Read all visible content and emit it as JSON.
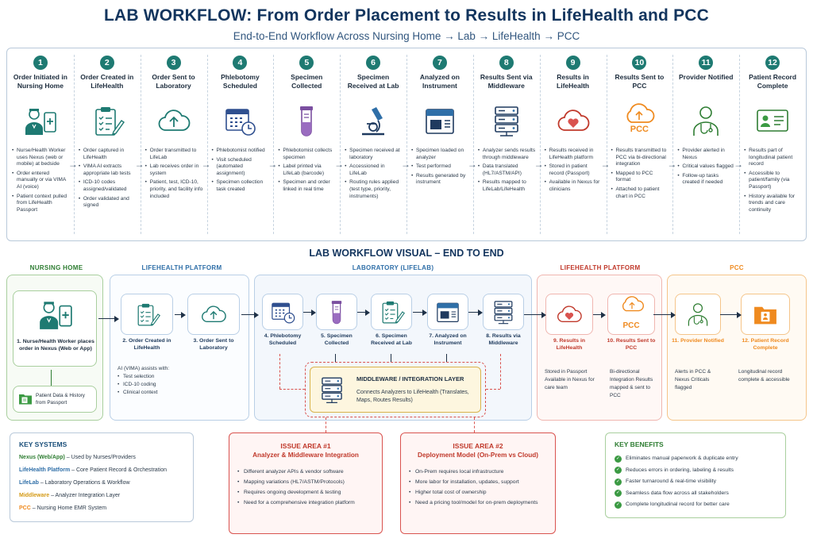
{
  "header": {
    "title": "LAB WORKFLOW: From Order Placement to Results in LifeHealth and PCC",
    "subtitle": "End-to-End Workflow Across Nursing Home → Lab → LifeHealth → PCC"
  },
  "colors": {
    "teal": "#1e7a72",
    "navy": "#13355e",
    "green": "#2e7d32",
    "blue": "#2f6fa8",
    "red": "#d9534f",
    "orange": "#ef8a1f",
    "gold": "#d9b34c"
  },
  "steps": [
    {
      "num": "1",
      "title": "Order Initiated in Nursing Home",
      "icon": "nurse-tablet-icon",
      "bullets": [
        "Nurse/Health Worker uses Nexus (web or mobile) at bedside",
        "Order entered manually or via VIMA AI (voice)",
        "Patient context pulled from LifeHealth Passport"
      ]
    },
    {
      "num": "2",
      "title": "Order Created in LifeHealth",
      "icon": "clipboard-pen-icon",
      "bullets": [
        "Order captured in LifeHealth",
        "VIMA AI extracts appropriate lab tests",
        "ICD-10 codes assigned/validated",
        "Order validated and signed"
      ]
    },
    {
      "num": "3",
      "title": "Order Sent to Laboratory",
      "icon": "cloud-upload-icon",
      "bullets": [
        "Order transmitted to LifeLab",
        "Lab receives order in system",
        "Patient, test, ICD-10, priority, and facility info included"
      ]
    },
    {
      "num": "4",
      "title": "Phlebotomy Scheduled",
      "icon": "calendar-clock-icon",
      "bullets": [
        "Phlebotomist notified",
        "Visit scheduled (automated assignment)",
        "Specimen collection task created"
      ]
    },
    {
      "num": "5",
      "title": "Specimen Collected",
      "icon": "test-tube-icon",
      "bullets": [
        "Phlebotomist collects specimen",
        "Label printed via LifeLab (barcode)",
        "Specimen and order linked in real time"
      ]
    },
    {
      "num": "6",
      "title": "Specimen Received at Lab",
      "icon": "microscope-icon",
      "bullets": [
        "Specimen received at laboratory",
        "Accessioned in LifeLab",
        "Routing rules applied (test type, priority, instruments)"
      ]
    },
    {
      "num": "7",
      "title": "Analyzed on Instrument",
      "icon": "analyzer-icon",
      "bullets": [
        "Specimen loaded on analyzer",
        "Test performed",
        "Results generated by instrument"
      ]
    },
    {
      "num": "8",
      "title": "Results Sent via Middleware",
      "icon": "server-icon",
      "bullets": [
        "Analyzer sends results through middleware",
        "Data translated (HL7/ASTM/API)",
        "Results mapped to LifeLab/LifeHealth"
      ]
    },
    {
      "num": "9",
      "title": "Results in LifeHealth",
      "icon": "cloud-heart-icon",
      "bullets": [
        "Results received in LifeHealth platform",
        "Stored in patient record (Passport)",
        "Available in Nexus for clinicians"
      ]
    },
    {
      "num": "10",
      "title": "Results Sent to PCC",
      "icon": "pcc-cloud-icon",
      "icon_text": "PCC",
      "bullets": [
        "Results transmitted to PCC via bi-directional integration",
        "Mapped to PCC format",
        "Attached to patient chart in PCC"
      ]
    },
    {
      "num": "11",
      "title": "Provider Notified",
      "icon": "doctor-icon",
      "bullets": [
        "Provider alerted in Nexus",
        "Critical values flagged",
        "Follow-up tasks created if needed"
      ]
    },
    {
      "num": "12",
      "title": "Patient Record Complete",
      "icon": "id-card-icon",
      "bullets": [
        "Results part of longitudinal patient record",
        "Accessible to patient/family (via Passport)",
        "History available for trends and care continuity"
      ]
    }
  ],
  "visual": {
    "heading": "LAB WORKFLOW VISUAL – END TO END",
    "zones": {
      "nursing_home": "NURSING HOME",
      "lifehealth_left": "LIFEHEALTH PLATFORM",
      "laboratory": "LABORATORY (LIFELAB)",
      "lifehealth_right": "LIFEHEALTH PLATFORM",
      "pcc": "PCC"
    },
    "nodes": {
      "nurse": "1. Nurse/Health Worker places order in Nexus (Web or App)",
      "passport": "Patient Data & History from Passport",
      "order_created": "2. Order Created in LifeHealth",
      "order_sent": "3. Order Sent to Laboratory",
      "phlebotomy": "4. Phlebotomy Scheduled",
      "collected": "5. Specimen Collected",
      "received": "6. Specimen Received at Lab",
      "analyzed": "7. Analyzed on Instrument",
      "middleware_results": "8. Results via Middleware",
      "results_lh": "9. Results in LifeHealth",
      "results_pcc": "10. Results Sent to PCC",
      "provider": "11. Provider Notified",
      "record": "12. Patient Record Complete",
      "pcc_icon_text": "PCC"
    },
    "ai_note": {
      "title": "AI (VIMA) assists with:",
      "items": [
        "Test selection",
        "ICD-10 coding",
        "Clinical context"
      ]
    },
    "notes": {
      "results_lh": "Stored in Passport Available in Nexus for care team",
      "results_pcc": "Bi-directional Integration Results mapped & sent to PCC",
      "provider": "Alerts in PCC & Nexus Criticals flagged",
      "record": "Longitudinal record complete & accessible"
    },
    "middleware": {
      "title": "MIDDLEWARE / INTEGRATION LAYER",
      "desc": "Connects Analyzers to LifeHealth (Translates, Maps, Routes Results)"
    }
  },
  "key_systems": {
    "title": "KEY SYSTEMS",
    "rows": [
      {
        "name": "Nexus (Web/App)",
        "desc": "– Used by Nurses/Providers",
        "color": "#2e7d32"
      },
      {
        "name": "LifeHealth Platform",
        "desc": "– Core Patient Record & Orchestration",
        "color": "#2f6fa8"
      },
      {
        "name": "LifeLab",
        "desc": "– Laboratory Operations & Workflow",
        "color": "#2f6fa8"
      },
      {
        "name": "Middleware",
        "desc": "– Analyzer Integration Layer",
        "color": "#d49a16"
      },
      {
        "name": "PCC",
        "desc": "– Nursing Home EMR System",
        "color": "#ef8a1f"
      }
    ]
  },
  "issues": [
    {
      "title": "ISSUE AREA #1",
      "subtitle": "Analyzer & Middleware Integration",
      "items": [
        "Different analyzer APIs & vendor software",
        "Mapping variations (HL7/ASTM/Protocols)",
        "Requires ongoing development & testing",
        "Need for a comprehensive integration platform"
      ]
    },
    {
      "title": "ISSUE AREA #2",
      "subtitle": "Deployment Model (On-Prem vs Cloud)",
      "items": [
        "On-Prem requires local infrastructure",
        "More labor for installation, updates, support",
        "Higher total cost of ownership",
        "Need a pricing tool/model for on-prem deployments"
      ]
    }
  ],
  "benefits": {
    "title": "KEY BENEFITS",
    "items": [
      "Eliminates manual paperwork & duplicate entry",
      "Reduces errors in ordering, labeling & results",
      "Faster turnaround & real-time visibility",
      "Seamless data flow across all stakeholders",
      "Complete longitudinal record for better care"
    ]
  }
}
